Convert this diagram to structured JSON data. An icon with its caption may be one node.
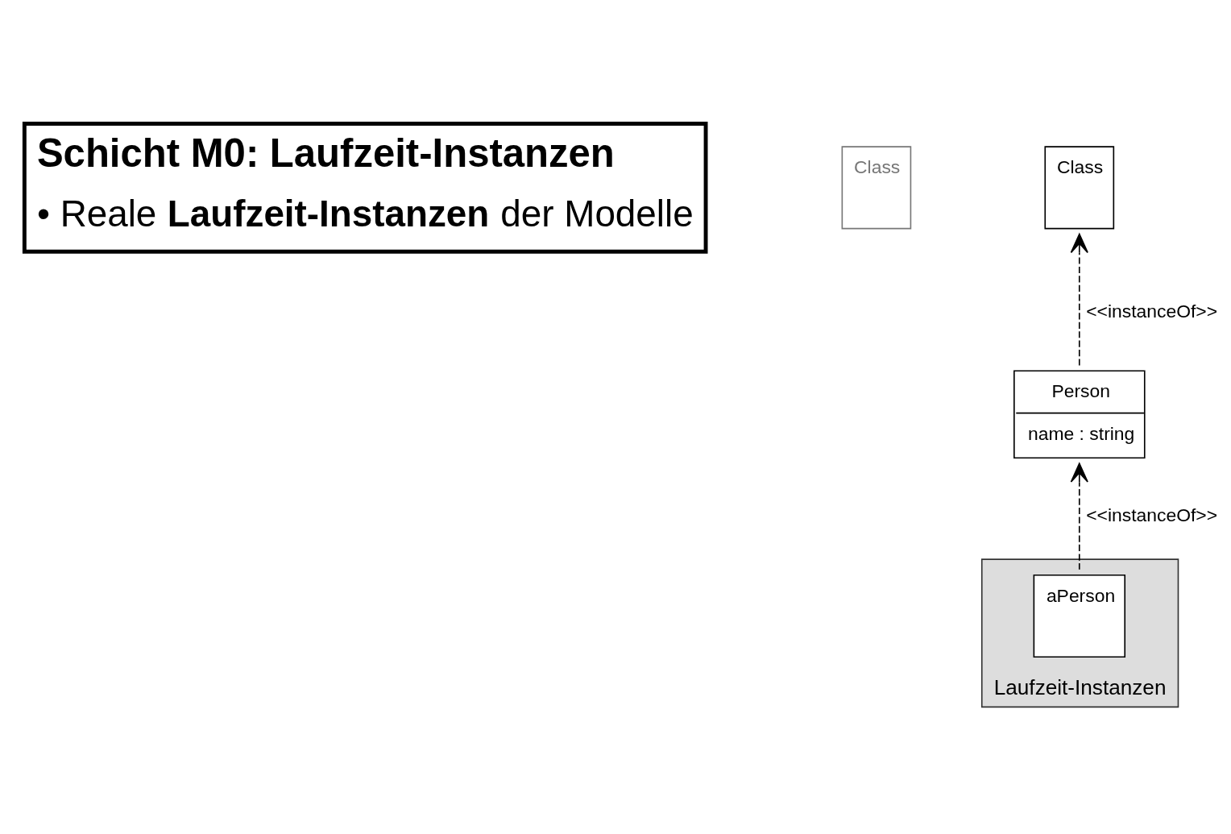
{
  "diagram": {
    "nodes": [
      {
        "text": [
          "Schicht M0: Laufzeit-Instanzen",
          "• Reale **Laufzeit-Instanzen** der Modelle"
        ]
      },
      {
        "text": [
          "Class"
        ]
      },
      {
        "text": [
          "Class"
        ]
      },
      {
        "text": [
          "Person",
          "name : string"
        ]
      },
      {
        "text": [
          "Laufzeit-Instanzen"
        ]
      },
      {
        "text": [
          "aPerson"
        ],
        "in": 4
      }
    ],
    "edges": [
      {
        "from": 3,
        "to": 2,
        "arrow": "to",
        "style": "dashed",
        "label": "<<instanceOf>>"
      },
      {
        "from": 5,
        "to": 3,
        "arrow": "to",
        "style": "dashed",
        "label": "<<instanceOf>>"
      }
    ]
  }
}
